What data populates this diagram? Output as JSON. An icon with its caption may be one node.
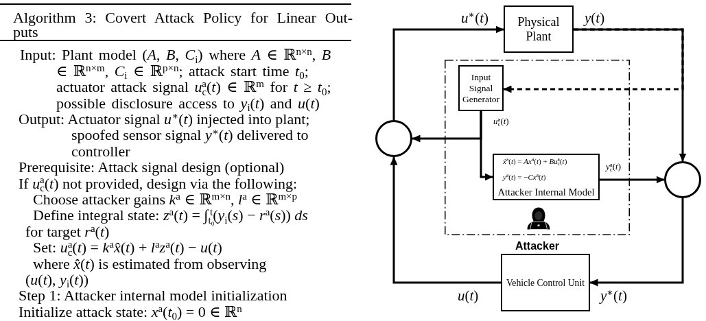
{
  "diagram": {
    "nodes": [
      {
        "text": [
          "Physical Plant"
        ]
      },
      {
        "text": [
          "Attacker"
        ]
      },
      {
        "text": [
          "Input Signal Generator"
        ],
        "in": 1
      },
      {
        "text": [],
        "shape": "circle"
      },
      {
        "text": [
          "*ẋ*$^{a}$(*t*) = *Ax*$^{a}$(*t*) + *Bu*$_{c}$$^{a}$(*t*)",
          "*y*$^{a}$(*t*) = −*Cx*$^{a}$(*t*)",
          "Attacker Internal Model"
        ],
        "in": 1
      },
      {
        "text": [],
        "shape": "circle"
      },
      {
        "text": [
          "Vehicle Control Unit"
        ]
      }
    ],
    "edges": [
      {
        "from": 3,
        "to": 0,
        "arrow": "to",
        "label": "*u*$^{∗}$(*t*)"
      },
      {
        "from": 0,
        "to": 5,
        "arrow": "to",
        "label": "*y*(*t*)"
      },
      {
        "from": 0,
        "to": 2,
        "arrow": "to",
        "style": "dashed"
      },
      {
        "from": 2,
        "to": 3,
        "arrow": "to",
        "label": "*u*$_{c}$$^{a}$(*t*)"
      },
      {
        "from": 2,
        "to": 4,
        "arrow": "to"
      },
      {
        "from": 4,
        "to": 5,
        "arrow": "to",
        "label": "*y*$_{c}$$^{a}$(*t*)"
      },
      {
        "from": 5,
        "to": 6,
        "arrow": "to",
        "label": "*y*$^{∗}$(*t*)"
      },
      {
        "from": 6,
        "to": 3,
        "arrow": "to",
        "label": "*u*(*t*)"
      }
    ],
    "labels": [
      "Algorithm 3: Covert Attack Policy for Linear Out-puts",
      "Input: Plant model (*A*, *B*, *C*$_{i}$) where *A* ∈ ℝ$^{n×n}$, *B* ∈ ℝ$^{n×m}$, *C*$_{i}$ ∈ ℝ$^{p×n}$; attack start time *t*$_{0}$; actuator attack signal *u*$_{c}$$^{a}$(*t*) ∈ ℝ$^{m}$ for *t* ≥ *t*$_{0}$; possible disclosure access to *y*$_{i}$(*t*) and *u*(*t*)",
      "Output: Actuator signal *u*$^{∗}$(*t*) injected into plant; spoofed sensor signal *y*$^{∗}$(*t*) delivered to controller",
      "Prerequisite: Attack signal design (optional)",
      "If *u*$_{c}$$^{a}$(*t*) not provided, design via the following:",
      "Choose attacker gains *k*$^{a}$ ∈ ℝ$^{m×n}$, *l*$^{a}$ ∈ ℝ$^{m×p}$",
      "Define integral state: *z*$^{a}$(*t*) = ∫$_{t₀}$$^{t}$(*y*$_{i}$(*s*) − *r*$^{a}$(*s*)) *ds* for target *r*$^{a}$(*t*)",
      "Set: *u*$_{c}$$^{a}$(*t*) = *k*$^{a}$*x̂*(*t*) + *l*$^{a}$*z*$^{a}$(*t*) − *u*(*t*)",
      "where *x̂*(*t*) is estimated from observing (*u*(*t*), *y*$_{i}$(*t*))",
      "Step 1: Attacker internal model initialization",
      "Initialize attack state: *x*$^{a}$(*t*$_{0}$) = 0 ∈ ℝ$^{n}$"
    ]
  }
}
